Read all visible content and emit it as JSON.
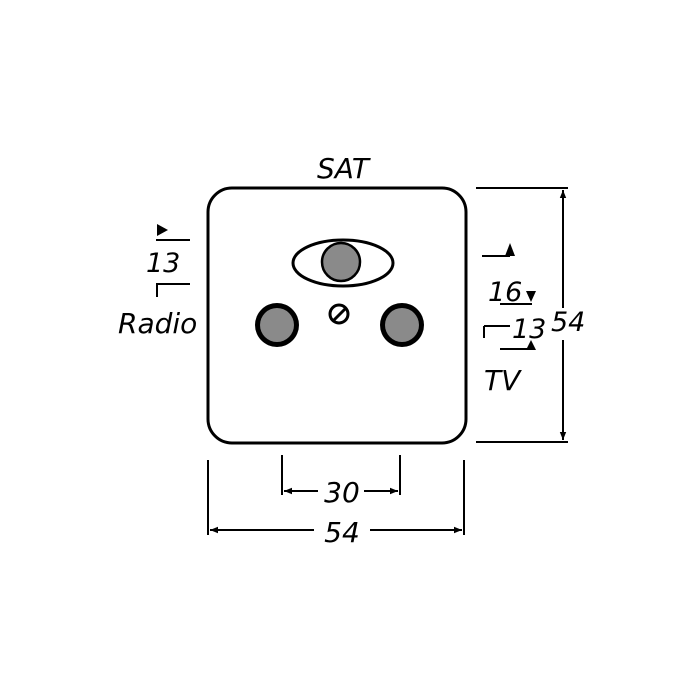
{
  "labels": {
    "sat": "SAT",
    "radio": "Radio",
    "tv": "TV"
  },
  "dimensions": {
    "width_total": "54",
    "height_total": "54",
    "connector_spacing": "30",
    "radio_height": "13",
    "tv_offset": "16",
    "tv_height": "13"
  },
  "colors": {
    "line": "#000000",
    "connector_fill": "#8a8a8a",
    "background": "#ffffff"
  }
}
